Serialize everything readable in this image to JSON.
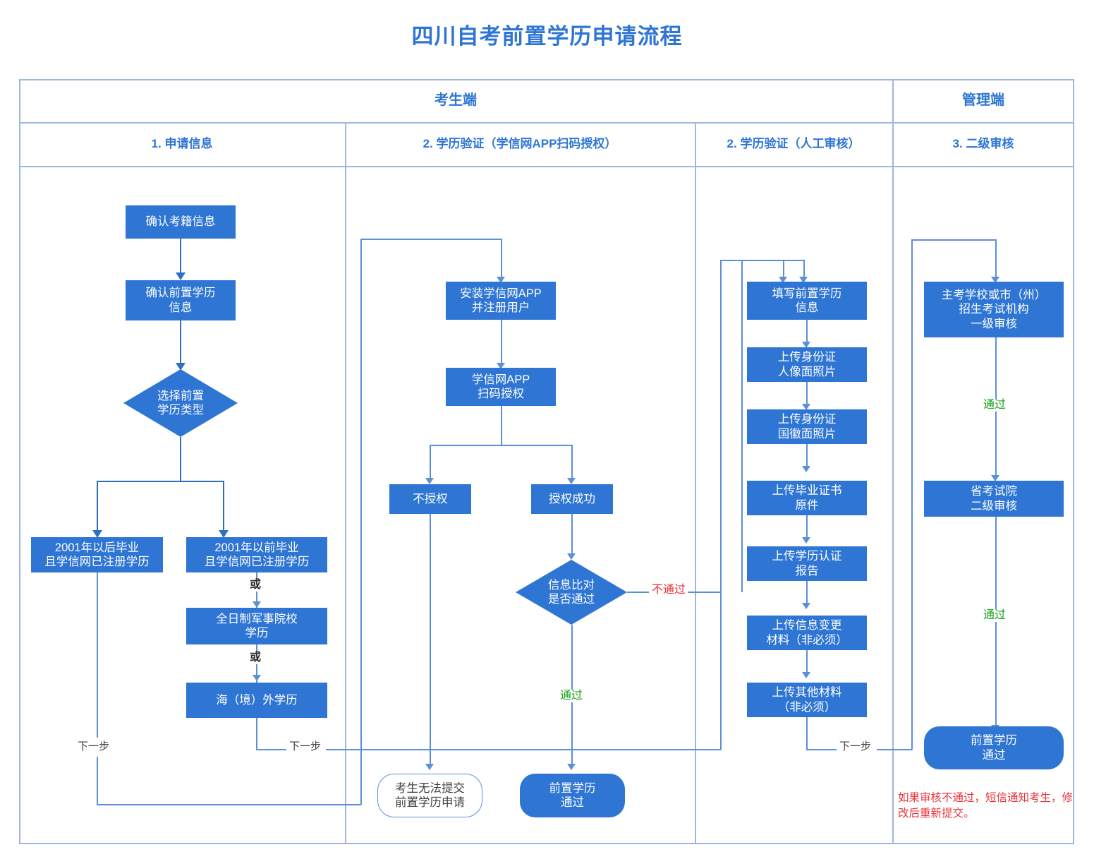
{
  "title": "四川自考前置学历申请流程",
  "lanes": {
    "candidate": "考生端",
    "admin": "管理端",
    "columns": [
      "1. 申请信息",
      "2. 学历验证（学信网APP扫码授权）",
      "2. 学历验证（人工审核）",
      "3. 二级审核"
    ]
  },
  "col1": {
    "n1": "确认考籍信息",
    "n2": "确认前置学历\n信息",
    "d1": "选择前置\n学历类型",
    "n3": "2001年以后毕业\n且学信网已注册学历",
    "n4": "2001年以前毕业\n且学信网已注册学历",
    "n5": "全日制军事院校\n学历",
    "n6": "海（境）外学历",
    "or1": "或",
    "or2": "或",
    "next_left": "下一步",
    "next_right": "下一步"
  },
  "col2": {
    "n1": "安装学信网APP\n并注册用户",
    "n2": "学信网APP\n扫码授权",
    "n3": "不授权",
    "n4": "授权成功",
    "d1": "信息比对\n是否通过",
    "fail_label": "不通过",
    "pass_label": "通过",
    "end_fail": "考生无法提交\n前置学历申请",
    "end_pass": "前置学历\n通过"
  },
  "col3": {
    "n1": "填写前置学历\n信息",
    "n2": "上传身份证\n人像面照片",
    "n3": "上传身份证\n国徽面照片",
    "n4": "上传毕业证书\n原件",
    "n5": "上传学历认证\n报告",
    "n6": "上传信息变更\n材料（非必须）",
    "n7": "上传其他材料\n（非必须）",
    "next": "下一步"
  },
  "col4": {
    "n1": "主考学校或市（州）\n招生考试机构\n一级审核",
    "pass1": "通过",
    "n2": "省考试院\n二级审核",
    "pass2": "通过",
    "n3": "前置学历\n通过",
    "note": "如果审核不通过，短信通知考生，修改后重新提交。"
  },
  "colors": {
    "accent": "#2E75D4",
    "node_fill": "#2E75D4",
    "frame_border": "#9FB6DE",
    "connector": "#5B8FD6",
    "pass": "#15A017",
    "fail": "#E8333A"
  }
}
